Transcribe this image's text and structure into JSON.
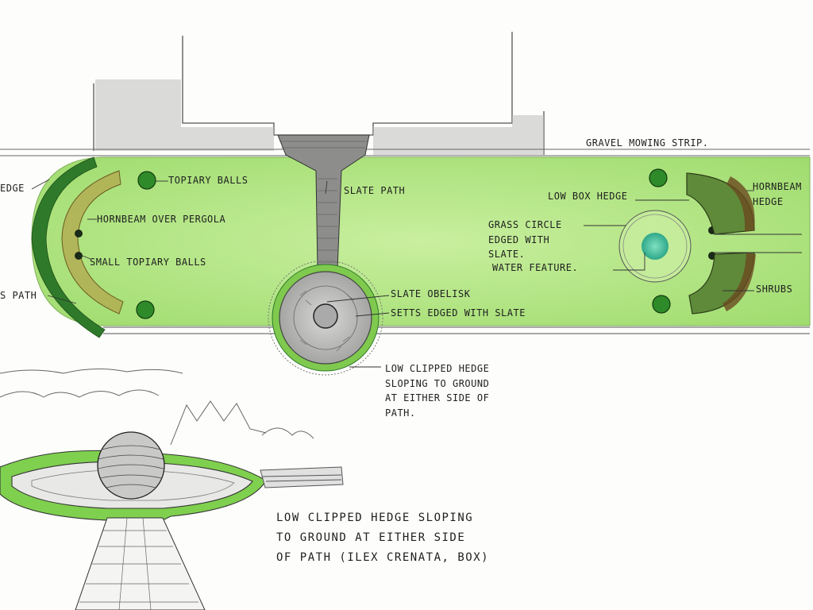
{
  "plan_labels": {
    "hedge_left": "EDGE",
    "path_left": "S PATH",
    "topiary_balls": "TOPIARY BALLS",
    "hornbeam_over_pergola": "HORNBEAM OVER PERGOLA",
    "small_topiary_balls": "SMALL TOPIARY BALLS",
    "slate_path": "SLATE PATH",
    "gravel_mowing_strip": "GRAVEL MOWING STRIP.",
    "low_box_hedge": "LOW BOX HEDGE",
    "hornbeam_hedge": "HORNBEAM\nHEDGE",
    "grass_circle": "GRASS CIRCLE\nEDGED WITH\nSLATE.",
    "water_feature": "WATER FEATURE.",
    "shrubs": "SHRUBS",
    "slate_obelisk": "SLATE OBELISK",
    "setts_edged": "SETTS EDGED WITH SLATE",
    "low_clipped_hedge": "LOW CLIPPED HEDGE\nSLOPING TO GROUND\nAT EITHER SIDE OF\nPATH."
  },
  "perspective_label": "LOW CLIPPED HEDGE SLOPING\nTO GROUND AT EITHER SIDE\nOF PATH (ILEX CRENATA, BOX)",
  "colors": {
    "lawn": "#a8e07a",
    "lawn_light": "#c9ef9f",
    "hedge_dark": "#2f7a2a",
    "hornbeam": "#9a8a3a",
    "slate": "#9a9a98",
    "ink": "#1f1f1f",
    "water": "#3fbf9a"
  }
}
